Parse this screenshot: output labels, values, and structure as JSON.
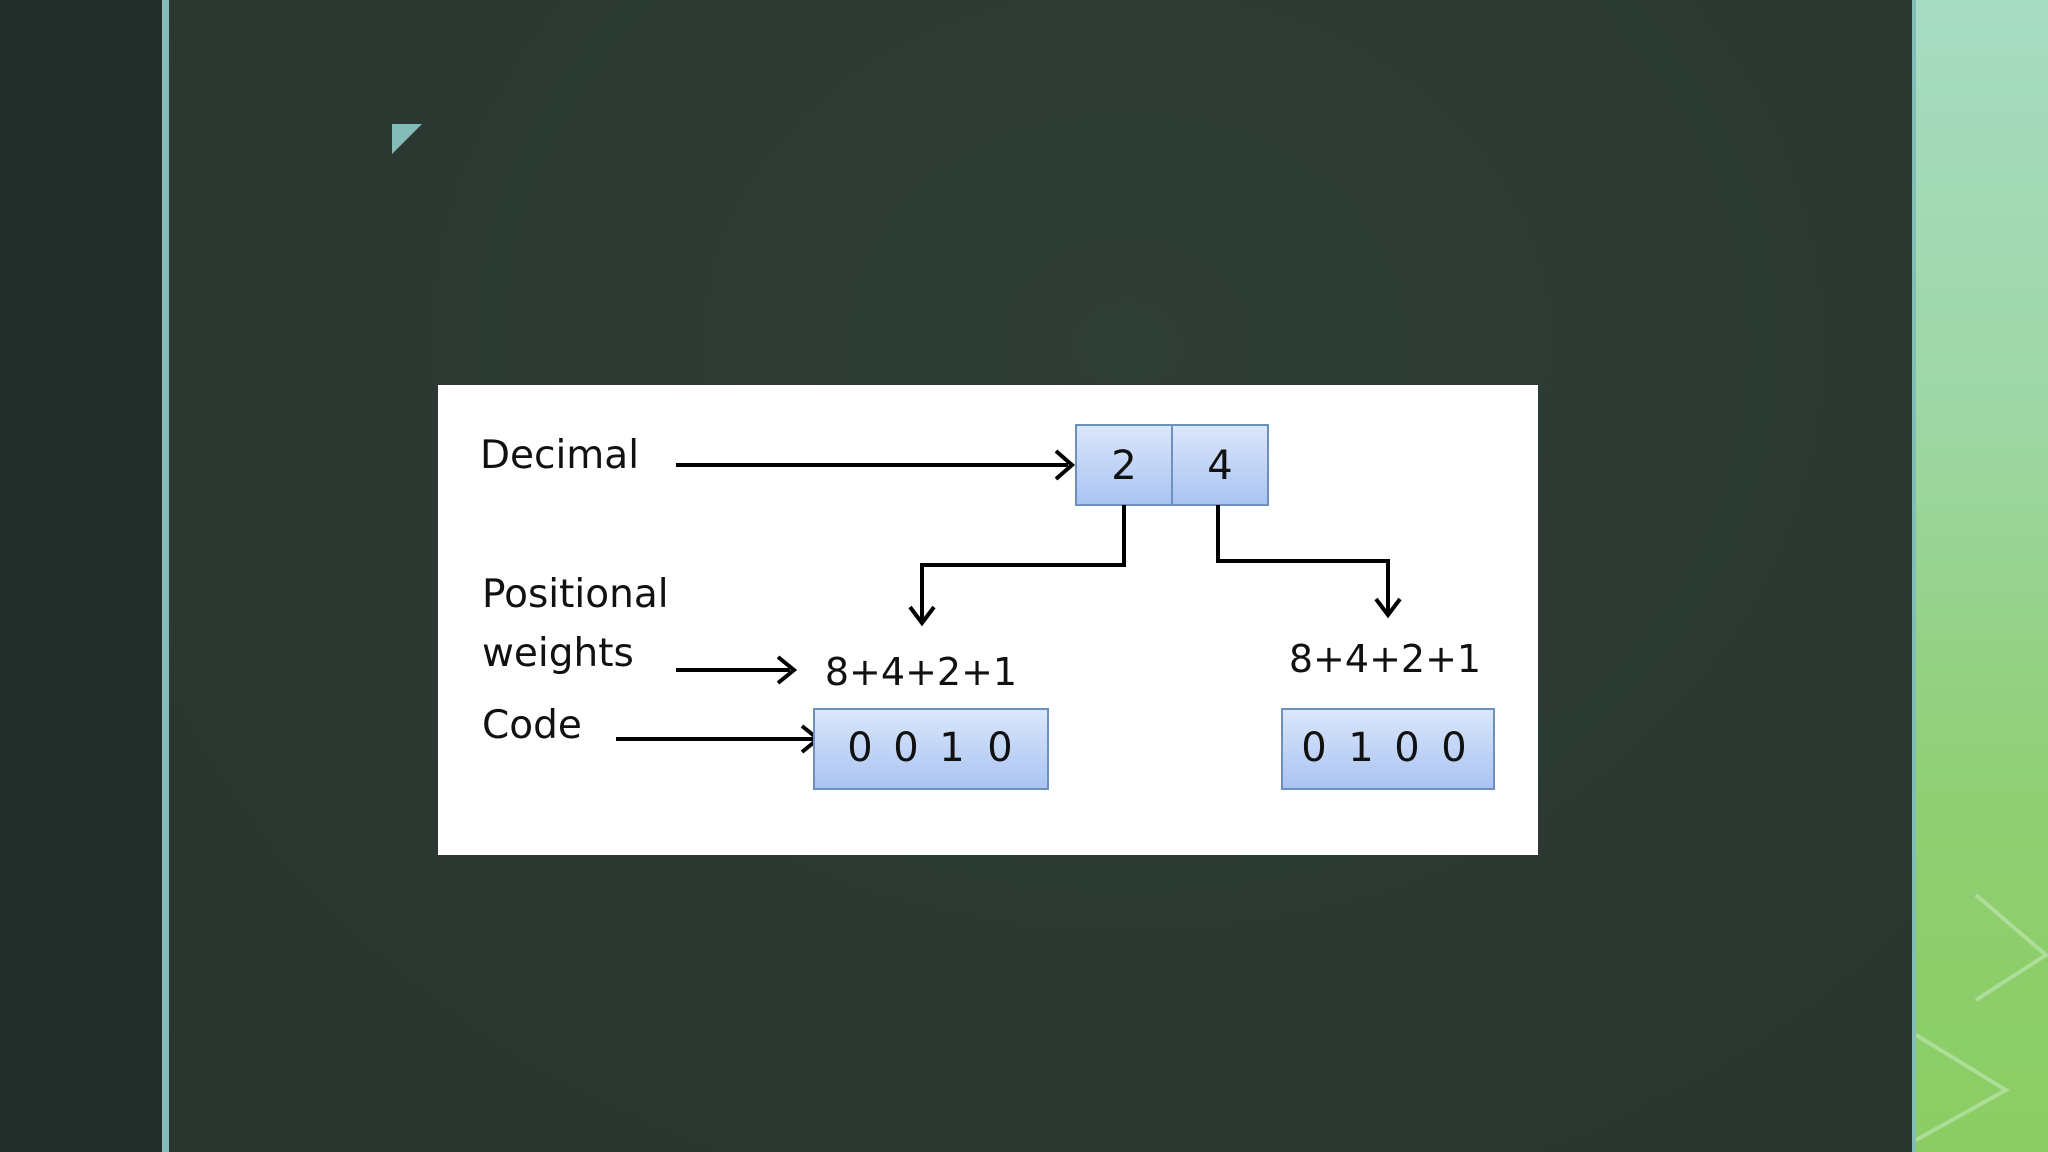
{
  "diagram": {
    "labels": {
      "decimal": "Decimal",
      "positional_line1": "Positional",
      "positional_line2": "weights",
      "code": "Code"
    },
    "decimal_digits": [
      "2",
      "4"
    ],
    "weights": [
      "8+4+2+1",
      "8+4+2+1"
    ],
    "codes": [
      {
        "bits": [
          "0",
          "0",
          "1",
          "0"
        ]
      },
      {
        "bits": [
          "0",
          "1",
          "0",
          "0"
        ]
      }
    ]
  },
  "colors": {
    "box_fill_top": "#dbe7fb",
    "box_fill_bottom": "#a9c3f2",
    "box_border": "#6f8fbf",
    "accent_rule": "#84bdb8",
    "slide_background": "#2c3a34",
    "side_panel_green": "#8bcd63"
  }
}
